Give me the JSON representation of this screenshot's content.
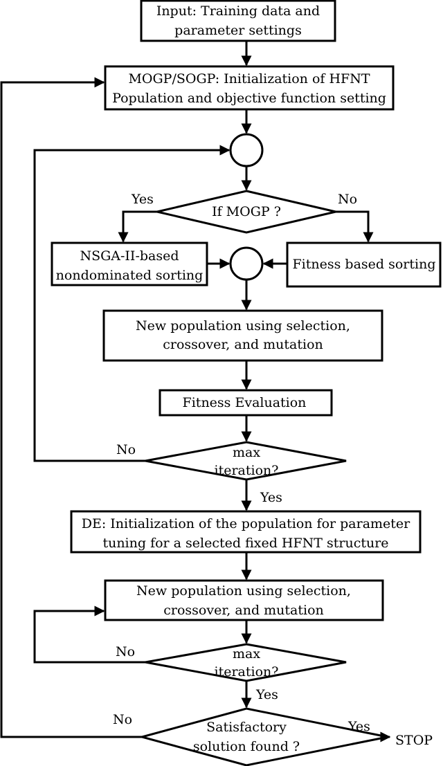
{
  "input_box": {
    "line1": "Input: Training data and",
    "line2": "parameter settings"
  },
  "init_box": {
    "line1": "MOGP/SOGP: Initialization of HFNT",
    "line2": "Population and objective function setting"
  },
  "mogp_decision": {
    "label": "If MOGP ?",
    "yes_label": "Yes",
    "no_label": "No"
  },
  "nsga_box": {
    "line1": "NSGA-II-based",
    "line2": "nondominated sorting"
  },
  "fitness_sort_box": {
    "label": "Fitness based sorting"
  },
  "newpop_box_1": {
    "line1": "New population using selection,",
    "line2": "crossover, and mutation"
  },
  "fitness_eval_box": {
    "label": "Fitness Evaluation"
  },
  "max_iter_decision_1": {
    "line1": "max",
    "line2": "iteration?",
    "no_label": "No",
    "yes_label": "Yes"
  },
  "de_box": {
    "line1": "DE: Initialization of the population for parameter",
    "line2": "tuning for a selected fixed HFNT structure"
  },
  "newpop_box_2": {
    "line1": "New population using selection,",
    "line2": "crossover, and mutation"
  },
  "max_iter_decision_2": {
    "line1": "max",
    "line2": "iteration?",
    "no_label": "No",
    "yes_label": "Yes"
  },
  "satisfactory_decision": {
    "line1": "Satisfactory",
    "line2": "solution found ?",
    "no_label": "No",
    "yes_label": "Yes"
  },
  "stop_label": "STOP"
}
